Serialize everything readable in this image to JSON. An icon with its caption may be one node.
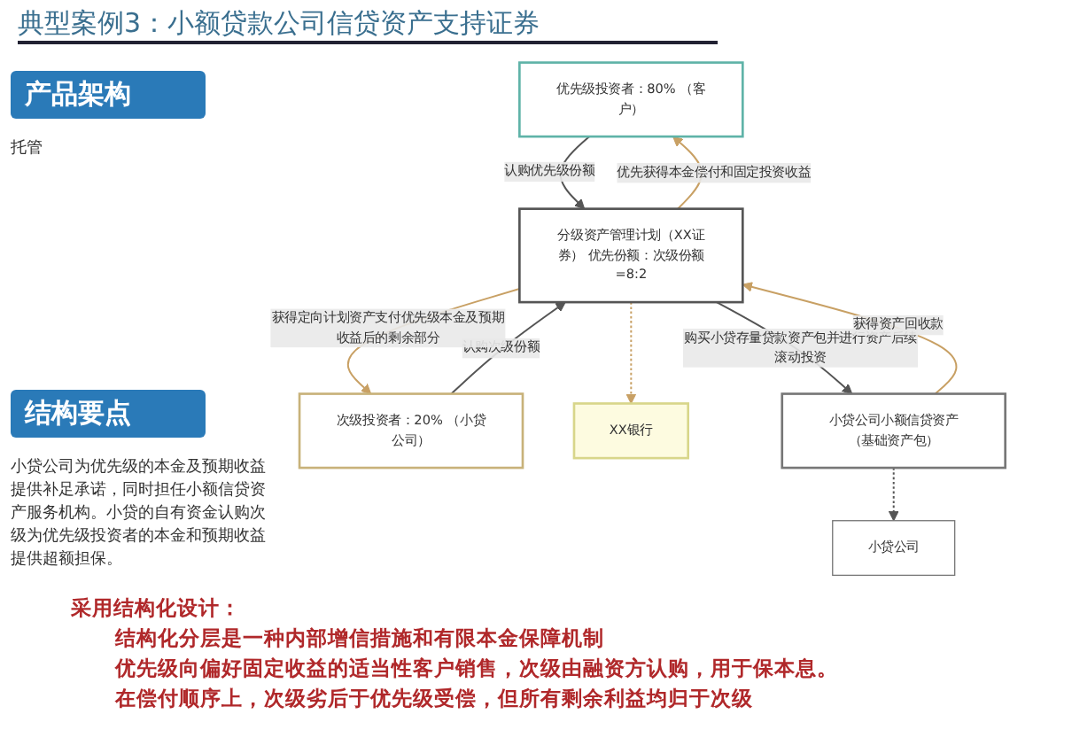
{
  "diagram": {
    "title": "典型案例3：小额贷款公司信贷资产支持证券",
    "nodes": [
      {
        "text": [
          "优先级投资者：80% （客户）"
        ]
      },
      {
        "text": [
          "次级投资者：20% （小贷公司）"
        ]
      },
      {
        "text": [
          "分级资产管理计划（XX证券） 优先份额：次级份额=8:2"
        ]
      },
      {
        "text": [
          "XX银行"
        ]
      },
      {
        "text": [
          "小贷公司小额信贷资产（基础资产包）"
        ]
      },
      {
        "text": [
          "小贷公司"
        ]
      }
    ],
    "edges": [
      {
        "from": 0,
        "to": 2,
        "arrow": "to",
        "label": "认购优先级份额"
      },
      {
        "from": 2,
        "to": 0,
        "arrow": "to",
        "label": "优先获得本金偿付和固定投资收益",
        "color": "#c8a064"
      },
      {
        "from": 1,
        "to": 2,
        "arrow": "to",
        "label": "认购次级份额"
      },
      {
        "from": 2,
        "to": 1,
        "arrow": "to",
        "label": "获得定向计划资产支付优先级本金及预期收益后的剩余部分",
        "color": "#c8a064"
      },
      {
        "from": 2,
        "to": 3,
        "arrow": "to",
        "style": "dashed",
        "color": "#c8a064"
      },
      {
        "from": 2,
        "to": 4,
        "arrow": "to",
        "label": "购买小贷存量贷款资产包并进行资产后续滚动投资"
      },
      {
        "from": 4,
        "to": 2,
        "arrow": "to",
        "label": "获得资产回收款",
        "color": "#c8a064"
      },
      {
        "from": 4,
        "to": 5,
        "arrow": "to",
        "style": "dashed"
      }
    ],
    "labels": [
      "产品架构",
      "托管",
      "结构要点",
      "小贷公司为优先级的本金及预期收益提供补足承诺，同时担任小额信贷资产服务机构。小贷的自有资金认购次级为优先级投资者的本金和预期收益提供超额担保。",
      "采用结构化设计：",
      "结构化分层是一种内部增信措施和有限本金保障机制",
      "优先级向偏好固定收益的适当性客户销售，次级由融资方认购，用于保本息。",
      "在偿付顺序上，次级劣后于优先级受偿，但所有剩余利益均归于次级"
    ]
  }
}
